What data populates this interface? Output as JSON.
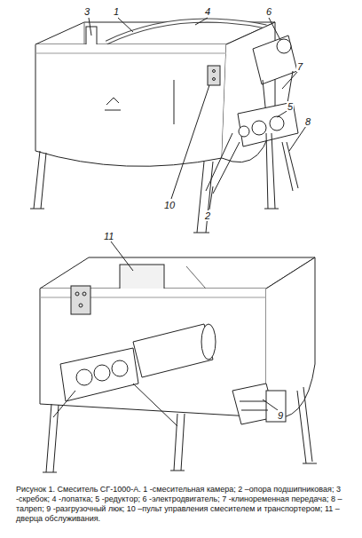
{
  "diagram": {
    "caption": "Рисунок 1. Смеситель СГ-1000-А. 1 -смесительная камера; 2 –опора подшипниковая; 3 -скребок; 4 -лопатка; 5 -редуктор; 6 -электродвигатель; 7 -клиноременная передача; 8 –талреп; 9 -разгрузочный люк; 10 –пульт управления смесителем и транспортером; 11 –дверца обслуживания.",
    "labels": [
      "3",
      "1",
      "4",
      "6",
      "7",
      "5",
      "8",
      "10",
      "2",
      "11",
      "9"
    ]
  }
}
